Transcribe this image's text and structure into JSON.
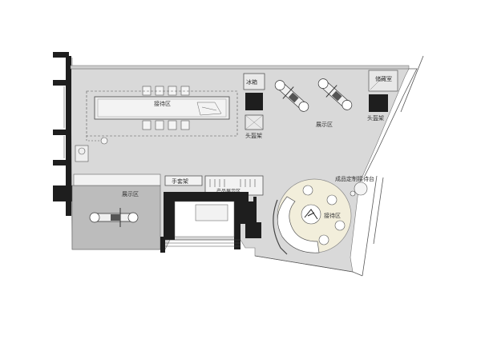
{
  "labels": {
    "reception_top": "接待区",
    "freezer": "冰箱",
    "storage": "储藏室",
    "display_top": "展示区",
    "helmet_left": "头盔架",
    "helmet_right": "头盔架",
    "display_left": "展示区",
    "glove_rack": "手套架",
    "product_display": "产品展示区",
    "custom_counter": "成品定制接待台",
    "reception_round": "接待区"
  },
  "colors": {
    "floor": "#d9d9d9",
    "wall": "#1e1e1e",
    "display_zone": "#bcbcbc",
    "rug": "#f2eedb",
    "stroke": "#5a5a5a"
  }
}
